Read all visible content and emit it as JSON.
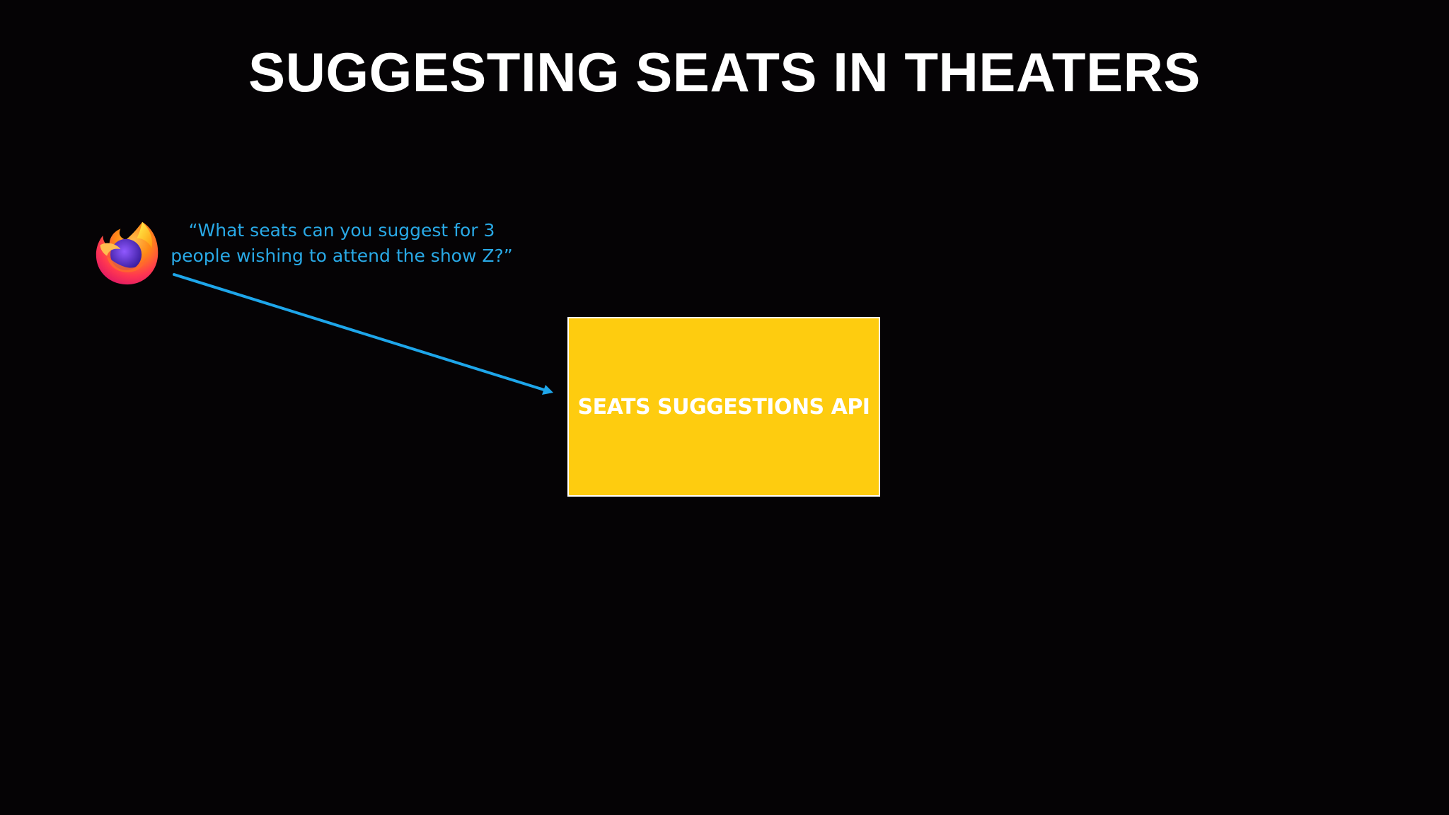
{
  "slide": {
    "title": "SUGGESTING SEATS IN THEATERS"
  },
  "client": {
    "icon": "firefox-browser-icon",
    "request_lines": [
      "“What seats can you suggest for 3",
      "people wishing to attend the show Z?”"
    ]
  },
  "api_box": {
    "label": "SEATS SUGGESTIONS API"
  },
  "colors": {
    "background": "#050305",
    "title": "#ffffff",
    "request_text": "#29a9e6",
    "arrow": "#1ea6ea",
    "api_box_fill": "#fecc0f",
    "api_box_border": "#ffffff"
  }
}
